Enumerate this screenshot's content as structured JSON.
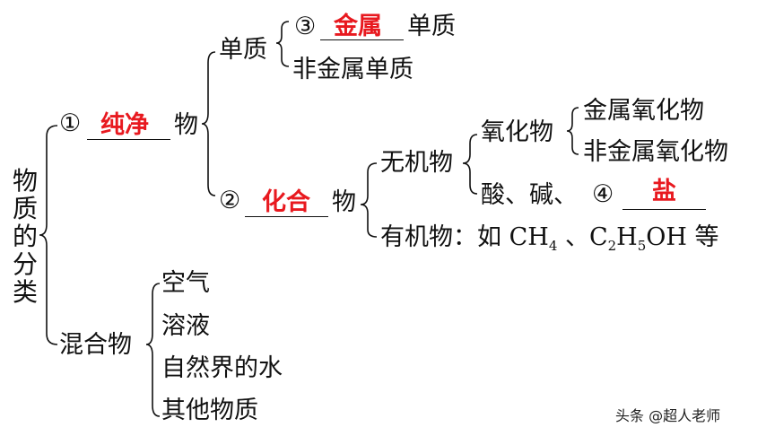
{
  "root": {
    "label": "物质的分类"
  },
  "pure": {
    "num": "①",
    "answer": "纯净",
    "suffix": "物"
  },
  "simple": {
    "label": "单质"
  },
  "metal_simple": {
    "num": "③",
    "answer": "金属",
    "suffix": "单质"
  },
  "nonmetal_simple": {
    "label": "非金属单质"
  },
  "compound": {
    "num": "②",
    "answer": "化合",
    "suffix": "物"
  },
  "inorganic": {
    "label": "无机物"
  },
  "oxide": {
    "label": "氧化物"
  },
  "metal_oxide": {
    "label": "金属氧化物"
  },
  "nonmetal_oxide": {
    "label": "非金属氧化物"
  },
  "acid_base": {
    "prefix": "酸、碱、",
    "num": "④",
    "answer": "盐"
  },
  "organic": {
    "label": "有机物：如",
    "ch": "CH",
    "ch_sub": "4",
    "sep": "、",
    "c": "C",
    "c_sub": "2",
    "h": "H",
    "h_sub": "5",
    "oh": "OH",
    "tail": "等"
  },
  "mixture": {
    "label": "混合物",
    "items": [
      "空气",
      "溶液",
      "自然界的水",
      "其他物质"
    ]
  },
  "watermark": "头条 @超人老师"
}
